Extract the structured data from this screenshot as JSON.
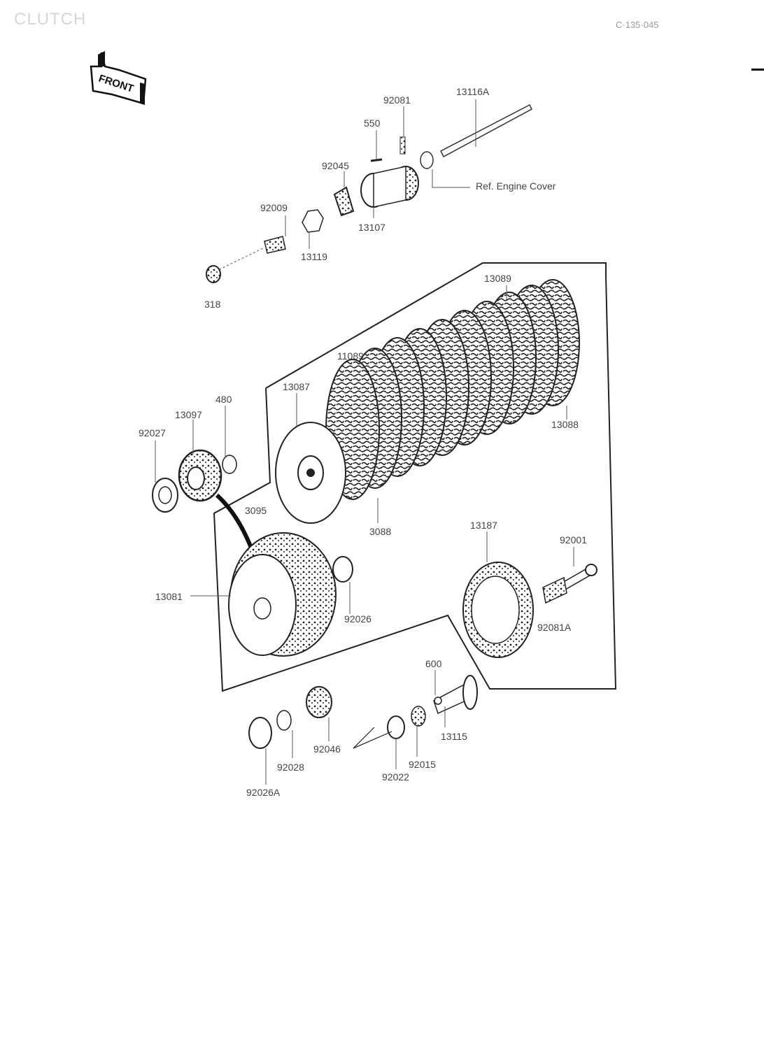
{
  "header": {
    "title": "CLUTCH",
    "code": "C·135·045"
  },
  "front_badge": "FRONT",
  "reference_note": "Ref. Engine Cover",
  "parts": [
    "13116A",
    "92081",
    "550",
    "92045",
    "13107",
    "92009",
    "13119",
    "318",
    "13089",
    "11089",
    "13087",
    "480",
    "13097",
    "92027",
    "13088",
    "3088",
    "3095",
    "13081",
    "92026",
    "13187",
    "92001",
    "92081A",
    "600",
    "13115",
    "92046",
    "92028",
    "92022",
    "92015",
    "92026A"
  ]
}
